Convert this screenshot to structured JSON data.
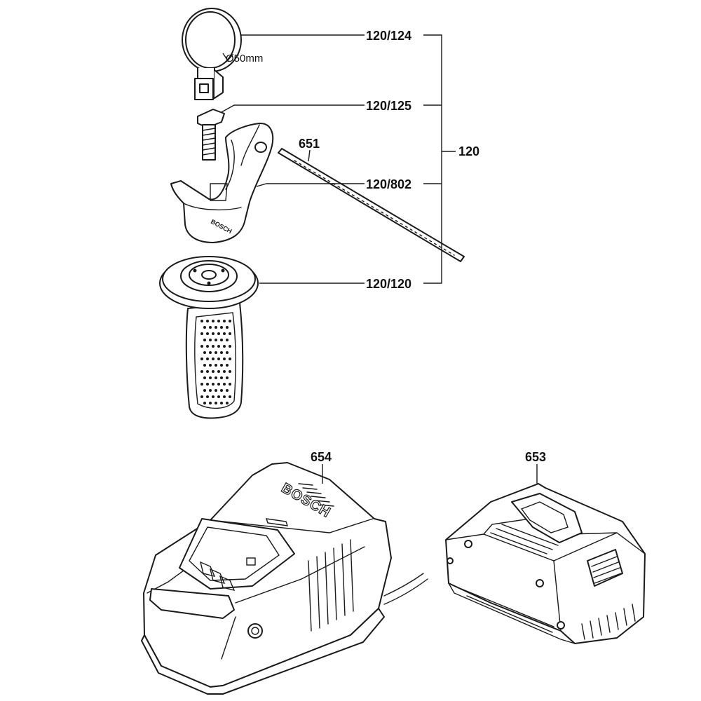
{
  "callouts": {
    "clamp_band": "120/124",
    "clamp_screw": "120/125",
    "depth_rod": "651",
    "handle_holder": "120/802",
    "handle_grip": "120/120",
    "assembly": "120",
    "charger": "654",
    "battery": "653"
  },
  "dimension_note": "Ø50mm",
  "brand_marks": {
    "holder": "BOSCH",
    "charger": "BOSCH"
  }
}
